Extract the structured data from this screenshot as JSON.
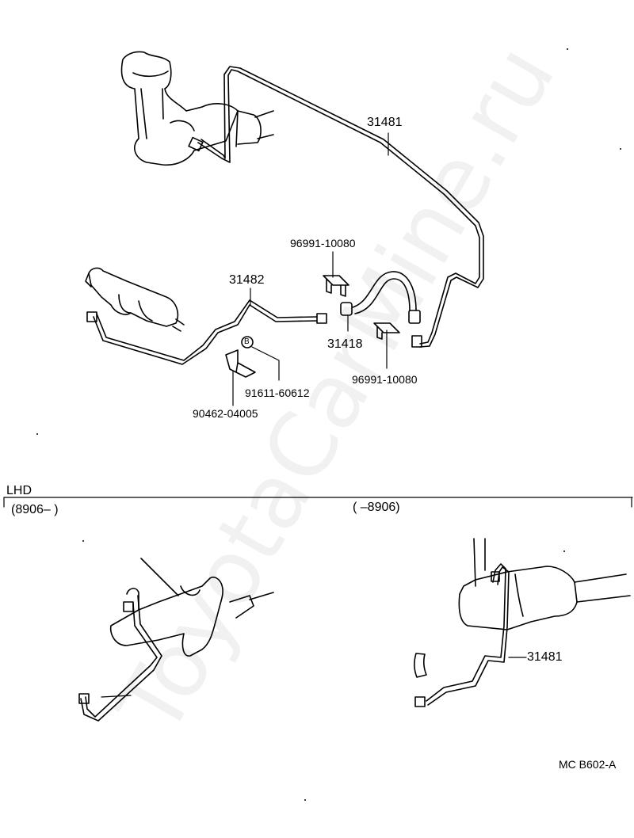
{
  "watermark": "ToyotaCarMine.ru",
  "parts": {
    "p31481_top": "31481",
    "p31482": "31482",
    "p96991_upper": "96991-10080",
    "p31418": "31418",
    "p96991_lower": "96991-10080",
    "p91611": "91611-60612",
    "p90462": "90462-04005",
    "p31481_bottom": "31481",
    "clamp_mark": "B"
  },
  "sections": {
    "lhd": "LHD",
    "range_left": "(8906–        )",
    "range_right": "(        –8906)"
  },
  "footer_code": "MC  B602-A"
}
